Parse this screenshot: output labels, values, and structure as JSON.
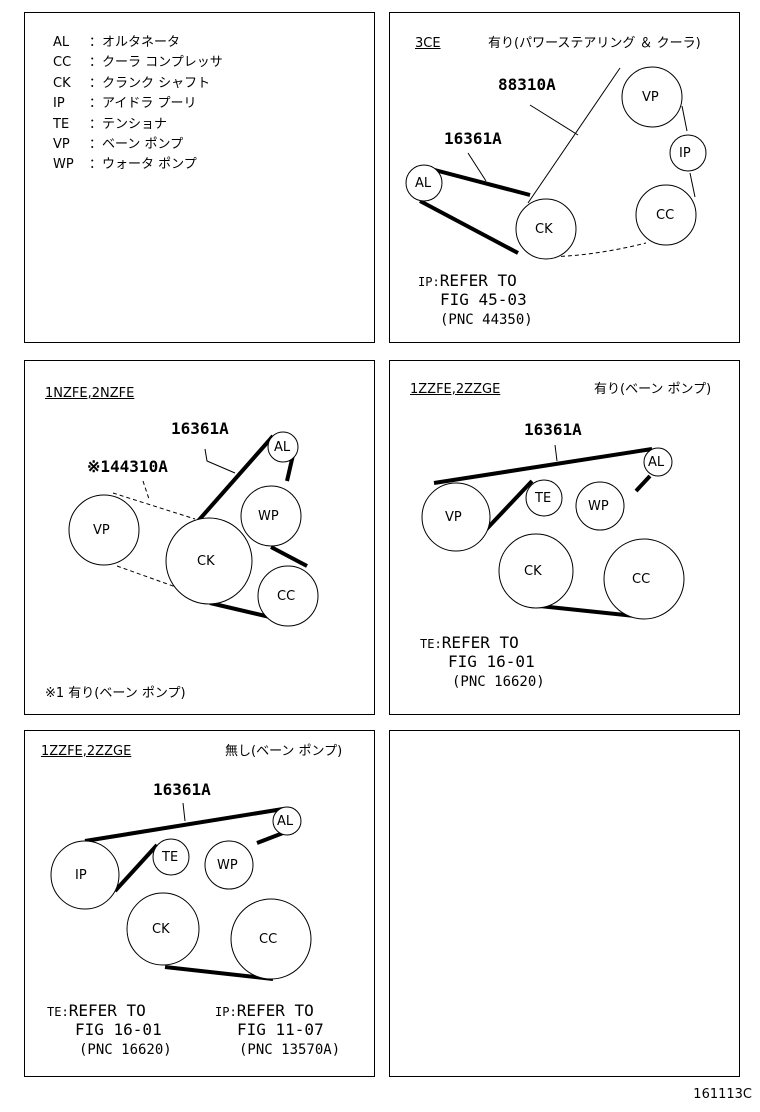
{
  "legend": [
    {
      "abbr": "AL",
      "sep": "：",
      "name": "オルタネータ"
    },
    {
      "abbr": "CC",
      "sep": "：",
      "name": "クーラ コンプレッサ"
    },
    {
      "abbr": "CK",
      "sep": "：",
      "name": "クランク シャフト"
    },
    {
      "abbr": "IP",
      "sep": "：",
      "name": "アイドラ プーリ"
    },
    {
      "abbr": "TE",
      "sep": "：",
      "name": "テンショナ"
    },
    {
      "abbr": "VP",
      "sep": "：",
      "name": "ベーン ポンプ"
    },
    {
      "abbr": "WP",
      "sep": "：",
      "name": "ウォータ ポンプ"
    }
  ],
  "panel_3ce": {
    "engine": "3CE",
    "condition": "有り(パワーステアリング ＆ クーラ)",
    "parts": [
      "88310A",
      "16361A"
    ],
    "pulleys": [
      "VP",
      "IP",
      "AL",
      "CK",
      "CC"
    ],
    "ref_tag": "IP:",
    "ref_line1": "REFER TO",
    "ref_line2": "FIG 45-03",
    "ref_line3": "(PNC 44350)"
  },
  "panel_1nz": {
    "engine": "1NZFE,2NZFE",
    "parts": [
      "16361A",
      "※144310A"
    ],
    "pulleys": [
      "AL",
      "WP",
      "VP",
      "CK",
      "CC"
    ],
    "footnote": "※1 有り(ベーン ポンプ)"
  },
  "panel_1zz_with": {
    "engine": "1ZZFE,2ZZGE",
    "condition": "有り(ベーン ポンプ)",
    "parts": [
      "16361A"
    ],
    "pulleys": [
      "AL",
      "TE",
      "WP",
      "VP",
      "CK",
      "CC"
    ],
    "ref_tag": "TE:",
    "ref_line1": "REFER TO",
    "ref_line2": "FIG 16-01",
    "ref_line3": "(PNC 16620)"
  },
  "panel_1zz_without": {
    "engine": "1ZZFE,2ZZGE",
    "condition": "無し(ベーン ポンプ)",
    "parts": [
      "16361A"
    ],
    "pulleys": [
      "AL",
      "TE",
      "IP",
      "WP",
      "CK",
      "CC"
    ],
    "ref1_tag": "TE:",
    "ref1_line1": "REFER TO",
    "ref1_line2": "FIG 16-01",
    "ref1_line3": "(PNC 16620)",
    "ref2_tag": "IP:",
    "ref2_line1": "REFER TO",
    "ref2_line2": "FIG 11-07",
    "ref2_line3": "(PNC 13570A)"
  },
  "figure_id": "161113C"
}
